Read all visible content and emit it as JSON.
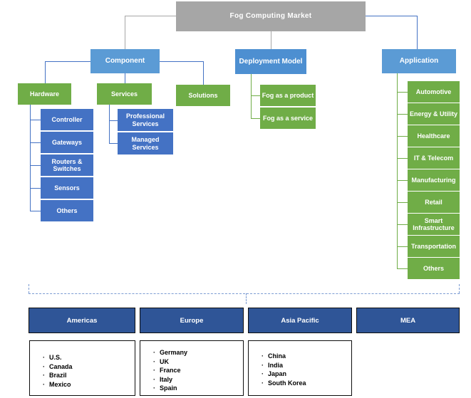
{
  "root_label": "Fog Computing Market",
  "component": {
    "label": "Component",
    "hardware": {
      "label": "Hardware",
      "children": [
        "Controller",
        "Gateways",
        "Routers & Switches",
        "Sensors",
        "Others"
      ]
    },
    "services": {
      "label": "Services",
      "children": [
        "Professional Services",
        "Managed Services"
      ]
    },
    "solutions": {
      "label": "Solutions"
    }
  },
  "deployment_model": {
    "label": "Deployment Model",
    "children": [
      "Fog as a product",
      "Fog as a service"
    ]
  },
  "application": {
    "label": "Application",
    "children": [
      "Automotive",
      "Energy & Utility",
      "Healthcare",
      "IT & Telecom",
      "Manufacturing",
      "Retail",
      "Smart Infrastructure",
      "Transportation",
      "Others"
    ]
  },
  "regions": [
    {
      "label": "Americas",
      "countries": [
        "U.S.",
        "Canada",
        "Brazil",
        "Mexico"
      ]
    },
    {
      "label": "Europe",
      "countries": [
        "Germany",
        "UK",
        "France",
        "Italy",
        "Spain"
      ]
    },
    {
      "label": "Asia Pacific",
      "countries": [
        "China",
        "India",
        "Japan",
        "South Korea"
      ]
    },
    {
      "label": "MEA",
      "countries": []
    }
  ],
  "colors": {
    "root_gray": "#a6a6a6",
    "branch_blue": "#5b9bd5",
    "deployment_blue": "#4d8fd1",
    "leaf_blue": "#4472c4",
    "green": "#70ad47",
    "region_navy": "#2f5597",
    "dashed_blue": "#7b9bd2"
  }
}
